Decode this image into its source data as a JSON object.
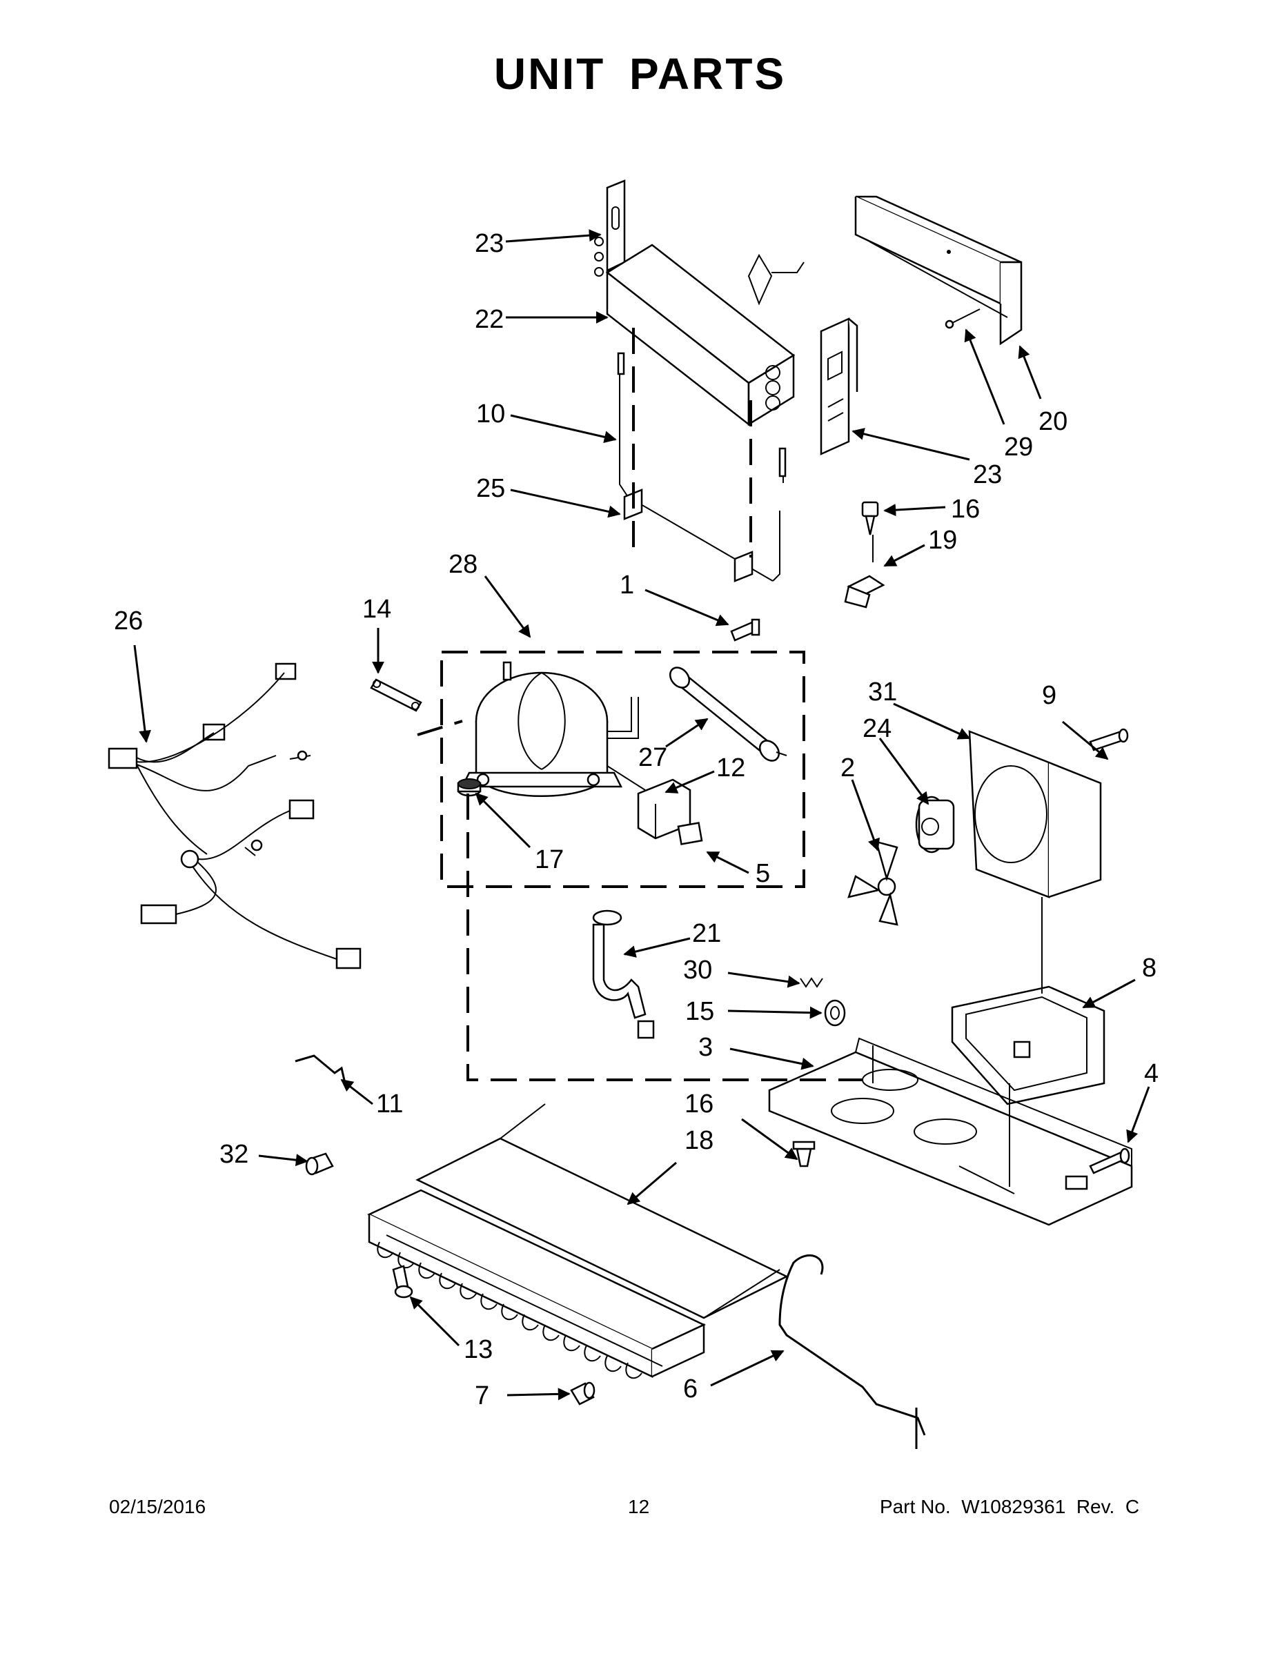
{
  "title": "UNIT PARTS",
  "footer": {
    "date": "02/15/2016",
    "page": "12",
    "part_no": "Part No.  W10829361  Rev.  C"
  },
  "callouts": {
    "c1": "1",
    "c2": "2",
    "c3": "3",
    "c4": "4",
    "c5": "5",
    "c6": "6",
    "c7": "7",
    "c8": "8",
    "c9": "9",
    "c10": "10",
    "c11": "11",
    "c12": "12",
    "c13": "13",
    "c14": "14",
    "c15": "15",
    "c16a": "16",
    "c16b": "16",
    "c17": "17",
    "c18": "18",
    "c19": "19",
    "c20": "20",
    "c21": "21",
    "c22": "22",
    "c23a": "23",
    "c23b": "23",
    "c24": "24",
    "c25": "25",
    "c26": "26",
    "c27": "27",
    "c28": "28",
    "c29": "29",
    "c30": "30",
    "c31": "31",
    "c32": "32"
  }
}
